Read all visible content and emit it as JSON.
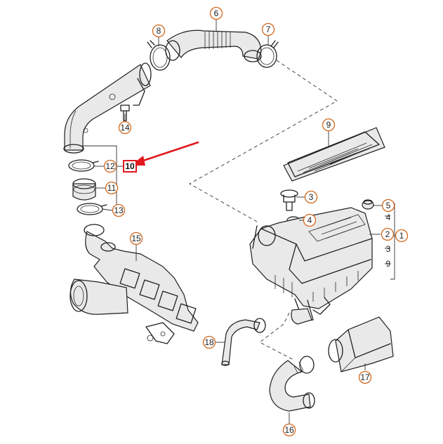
{
  "diagram": {
    "callouts": [
      "6",
      "8",
      "7",
      "14",
      "9",
      "12",
      "11",
      "13",
      "3",
      "4",
      "5",
      "15",
      "2",
      "1",
      "18",
      "17",
      "16"
    ],
    "side_labels": [
      "4",
      "2",
      "3",
      "9"
    ],
    "highlighted_label": "10",
    "colors": {
      "callout_ring": "#d2691e",
      "highlight": "#e0181e",
      "line": "#1f1f1f"
    }
  }
}
